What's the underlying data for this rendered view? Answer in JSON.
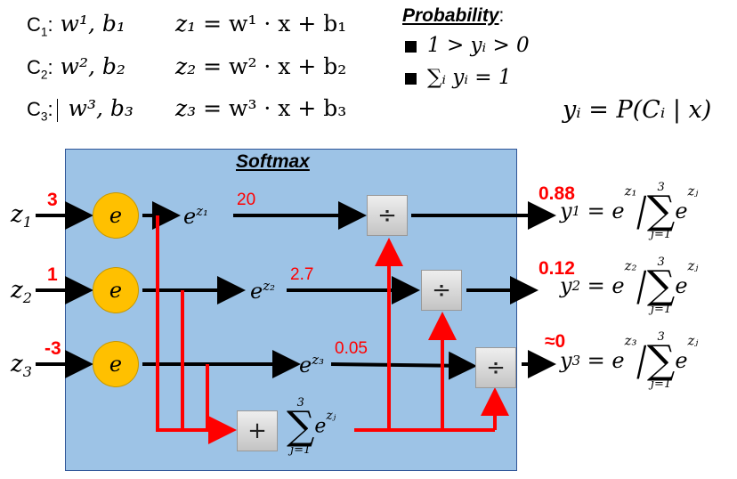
{
  "classes": [
    {
      "label": "C",
      "sub": "1",
      "params": "w¹, b₁",
      "z": "z₁",
      "eq": "= w¹ · x + b₁"
    },
    {
      "label": "C",
      "sub": "2",
      "params": "w², b₂",
      "z": "z₂",
      "eq": "= w² · x + b₂"
    },
    {
      "label": "C",
      "sub": "3",
      "params": "w³, b₃",
      "z": "z₃",
      "eq": "= w³ · x + b₃"
    }
  ],
  "probability": {
    "title": "Probability",
    "colon": ":",
    "rule1": "1 > yᵢ > 0",
    "rule2": "∑ᵢ yᵢ = 1",
    "definition": "yᵢ = P(Cᵢ | x)"
  },
  "softmax": {
    "title": "Softmax",
    "inputs": [
      {
        "z": "z",
        "sub": "1",
        "value": "3"
      },
      {
        "z": "z",
        "sub": "2",
        "value": "1"
      },
      {
        "z": "z",
        "sub": "3",
        "value": "-3"
      }
    ],
    "exp_node_label": "e",
    "exp_outputs": [
      {
        "label": "e",
        "sup": "z₁",
        "value": "20"
      },
      {
        "label": "e",
        "sup": "z₂",
        "value": "2.7"
      },
      {
        "label": "e",
        "sup": "z₃",
        "value": "0.05"
      }
    ],
    "plus_label": "+",
    "divide_label": "÷",
    "sum_expr": {
      "sigma": "∑",
      "upper": "3",
      "lower": "j=1",
      "term": "e",
      "sup": "zⱼ"
    },
    "outputs": [
      {
        "value": "0.88",
        "y": "y",
        "sub": "1",
        "num": "e",
        "num_sup": "z₁"
      },
      {
        "value": "0.12",
        "y": "y",
        "sub": "2",
        "num": "e",
        "num_sup": "z₂"
      },
      {
        "value": "≈0",
        "y": "y",
        "sub": "3",
        "num": "e",
        "num_sup": "z₃"
      }
    ]
  },
  "colors": {
    "panel": "#9dc3e6",
    "node": "#ffc000",
    "highlight": "#ff0000",
    "arrow": "#000000"
  }
}
